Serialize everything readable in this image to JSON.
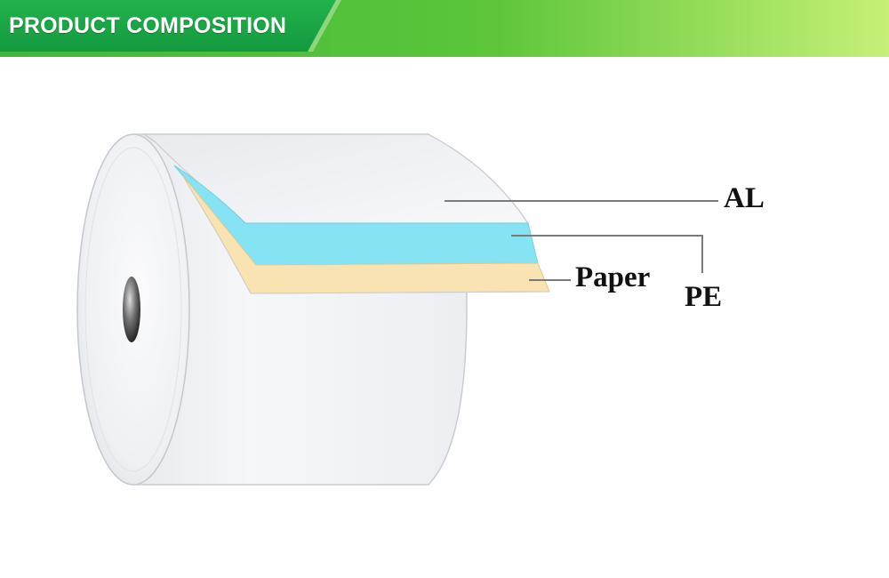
{
  "header": {
    "title": "PRODUCT COMPOSITION"
  },
  "labels": {
    "al": "AL",
    "pe": "PE",
    "paper": "Paper"
  },
  "colors": {
    "banner_dark": "#16a34a",
    "banner_mid": "#4cc238",
    "banner_light": "#c6f078",
    "al_layer": "#f2f3f5",
    "pe_layer": "#86e3f4",
    "paper_layer": "#f9e3b2",
    "leader_line": "#7a7a7a"
  }
}
